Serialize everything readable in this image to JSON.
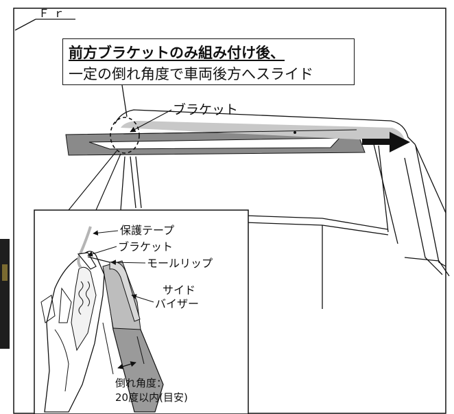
{
  "direction": {
    "front_label": "Ｆｒ"
  },
  "callout": {
    "line1": "前方ブラケットのみ組み付け後、",
    "line2": "一定の倒れ角度で車両後方へスライド"
  },
  "labels": {
    "bracket_top": "ブラケット",
    "protective_tape": "保護テープ",
    "bracket_detail": "ブラケット",
    "mall_lip": "モールリップ",
    "side_visor_1": "サイド",
    "side_visor_2": "バイザー",
    "tilt_angle_1": "倒れ角度：",
    "tilt_angle_2": "20度以内(目安)"
  },
  "colors": {
    "line": "#111111",
    "part_gray": "#8a8a8a",
    "light_gray": "#c8c8c8",
    "tape_gray": "#b5b5b5"
  }
}
